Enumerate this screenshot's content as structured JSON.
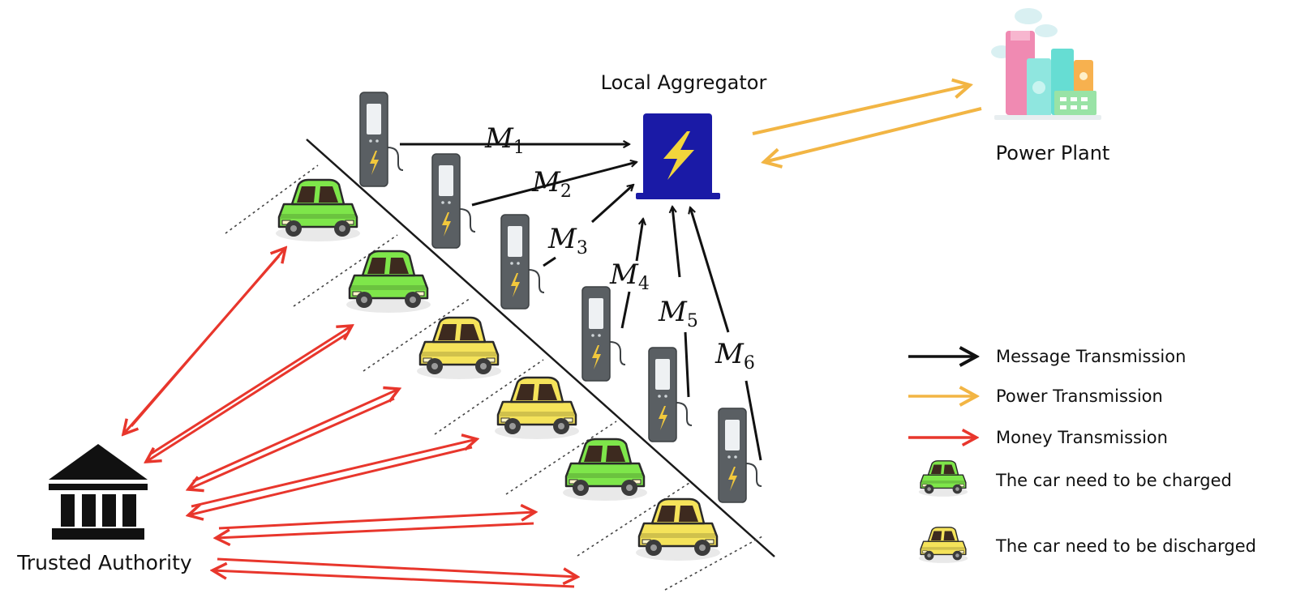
{
  "nodes": {
    "aggregator": "Local Aggregator",
    "power_plant": "Power Plant",
    "trusted_authority": "Trusted Authority"
  },
  "messages": {
    "m1": {
      "base": "M",
      "sub": "1"
    },
    "m2": {
      "base": "M",
      "sub": "2"
    },
    "m3": {
      "base": "M",
      "sub": "3"
    },
    "m4": {
      "base": "M",
      "sub": "4"
    },
    "m5": {
      "base": "M",
      "sub": "5"
    },
    "m6": {
      "base": "M",
      "sub": "6"
    }
  },
  "cars": [
    "charge",
    "charge",
    "discharge",
    "discharge",
    "charge",
    "discharge"
  ],
  "legend": {
    "message": "Message Transmission",
    "power": "Power Transmission",
    "money": "Money Transmission",
    "charge": "The car need to be charged",
    "discharge": "The car need to be discharged"
  },
  "colors": {
    "message": "#111111",
    "power": "#f2b544",
    "money": "#e8362c",
    "car_charge": "#7ee64a",
    "car_discharge": "#f5e35a",
    "aggregator": "#1a1aa6",
    "bolt": "#f2d53c",
    "station": "#5a5f63"
  },
  "icons": {
    "aggregator": "lightning-box-icon",
    "power_plant": "factory-icon",
    "trusted_authority": "bank-icon",
    "station": "charging-station-icon",
    "car": "car-icon"
  }
}
